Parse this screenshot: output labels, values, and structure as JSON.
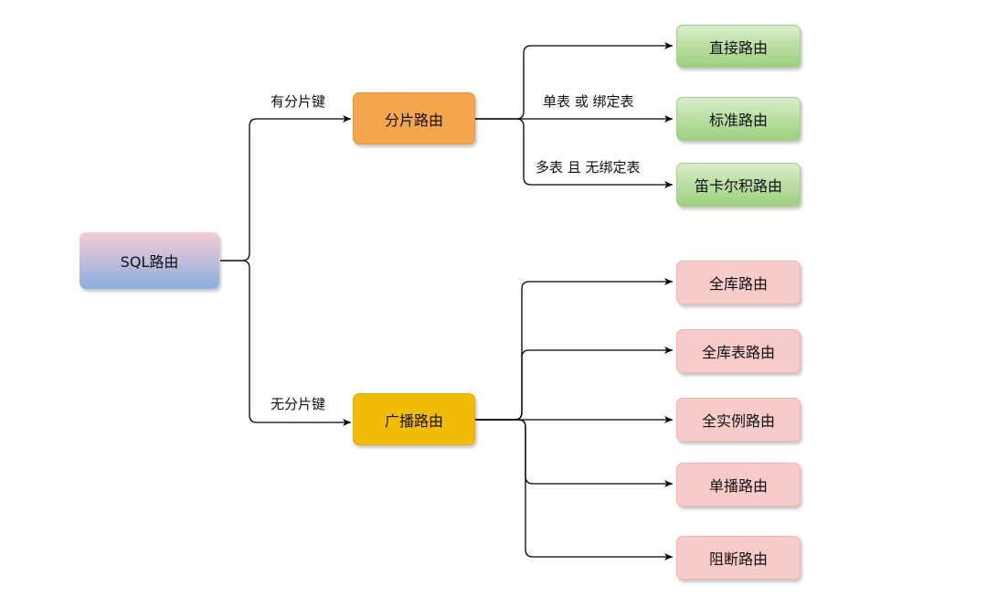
{
  "root": {
    "label": "SQL路由"
  },
  "branches": {
    "sharding": {
      "edge_label": "有分片键",
      "label": "分片路由",
      "children": [
        {
          "label": "直接路由",
          "edge_label": ""
        },
        {
          "label": "标准路由",
          "edge_label": "单表 或 绑定表"
        },
        {
          "label": "笛卡尔积路由",
          "edge_label": "多表 且 无绑定表"
        }
      ]
    },
    "broadcast": {
      "edge_label": "无分片键",
      "label": "广播路由",
      "children": [
        {
          "label": "全库路由"
        },
        {
          "label": "全库表路由"
        },
        {
          "label": "全实例路由"
        },
        {
          "label": "单播路由"
        },
        {
          "label": "阻断路由"
        }
      ]
    }
  },
  "colors": {
    "root_top": "#f5ccd3",
    "root_bottom": "#8aaee0",
    "sharding": "#f5a54b",
    "broadcast": "#f2bb05",
    "sharding_children": "#9cd07d",
    "broadcast_children": "#f7cbca",
    "edge": "#000000"
  }
}
